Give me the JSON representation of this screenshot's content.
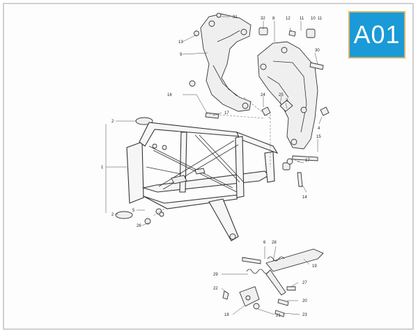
{
  "badge": {
    "label": "A01",
    "bg_color": "#1a9ad7",
    "border_color": "#d8b46a"
  },
  "callouts": [
    {
      "id": "c31",
      "text": "31"
    },
    {
      "id": "c13",
      "text": "13"
    },
    {
      "id": "c9",
      "text": "9"
    },
    {
      "id": "c32",
      "text": "32"
    },
    {
      "id": "c8",
      "text": "8"
    },
    {
      "id": "c11a",
      "text": "11"
    },
    {
      "id": "c10",
      "text": "10"
    },
    {
      "id": "c11b",
      "text": "11"
    },
    {
      "id": "c12",
      "text": "12"
    },
    {
      "id": "c30",
      "text": "30"
    },
    {
      "id": "c16",
      "text": "16"
    },
    {
      "id": "c17a",
      "text": "17"
    },
    {
      "id": "c24",
      "text": "24"
    },
    {
      "id": "c25",
      "text": "25"
    },
    {
      "id": "c3",
      "text": "3"
    },
    {
      "id": "c4",
      "text": "4"
    },
    {
      "id": "c15",
      "text": "15"
    },
    {
      "id": "c17b",
      "text": "17"
    },
    {
      "id": "c2a",
      "text": "2"
    },
    {
      "id": "c1",
      "text": "1"
    },
    {
      "id": "c2b",
      "text": "2"
    },
    {
      "id": "c5",
      "text": "5"
    },
    {
      "id": "c26",
      "text": "26"
    },
    {
      "id": "c14",
      "text": "14"
    },
    {
      "id": "c6",
      "text": "6"
    },
    {
      "id": "c28",
      "text": "28"
    },
    {
      "id": "c19",
      "text": "19"
    },
    {
      "id": "c29",
      "text": "29"
    },
    {
      "id": "c27",
      "text": "27"
    },
    {
      "id": "c22",
      "text": "22"
    },
    {
      "id": "c20",
      "text": "20"
    },
    {
      "id": "c18",
      "text": "18"
    },
    {
      "id": "c21",
      "text": "21"
    },
    {
      "id": "c23",
      "text": "23"
    }
  ]
}
